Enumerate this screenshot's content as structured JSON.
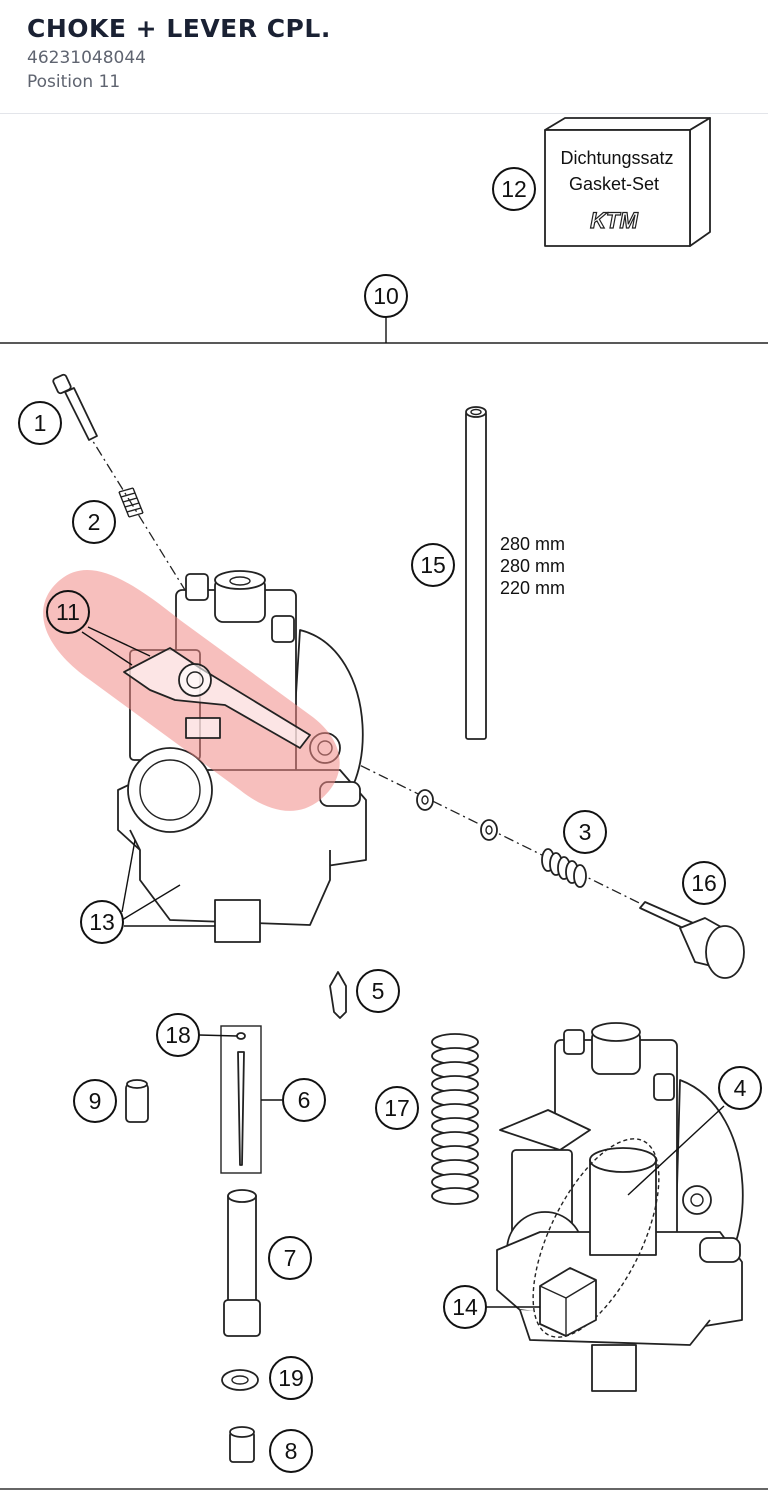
{
  "header": {
    "title": "CHOKE + LEVER CPL.",
    "part_number": "46231048044",
    "position": "Position 11"
  },
  "highlight_color": "#f08a87",
  "gasket_box": {
    "line1": "Dichtungssatz",
    "line2": "Gasket-Set",
    "logo": "KTM"
  },
  "tube_lengths": [
    "280 mm",
    "280 mm",
    "220 mm"
  ],
  "callouts": {
    "c1": "1",
    "c2": "2",
    "c3": "3",
    "c4": "4",
    "c5": "5",
    "c6": "6",
    "c7": "7",
    "c8": "8",
    "c9": "9",
    "c10": "10",
    "c11": "11",
    "c12": "12",
    "c13": "13",
    "c14": "14",
    "c15": "15",
    "c16": "16",
    "c17": "17",
    "c18": "18",
    "c19": "19"
  }
}
